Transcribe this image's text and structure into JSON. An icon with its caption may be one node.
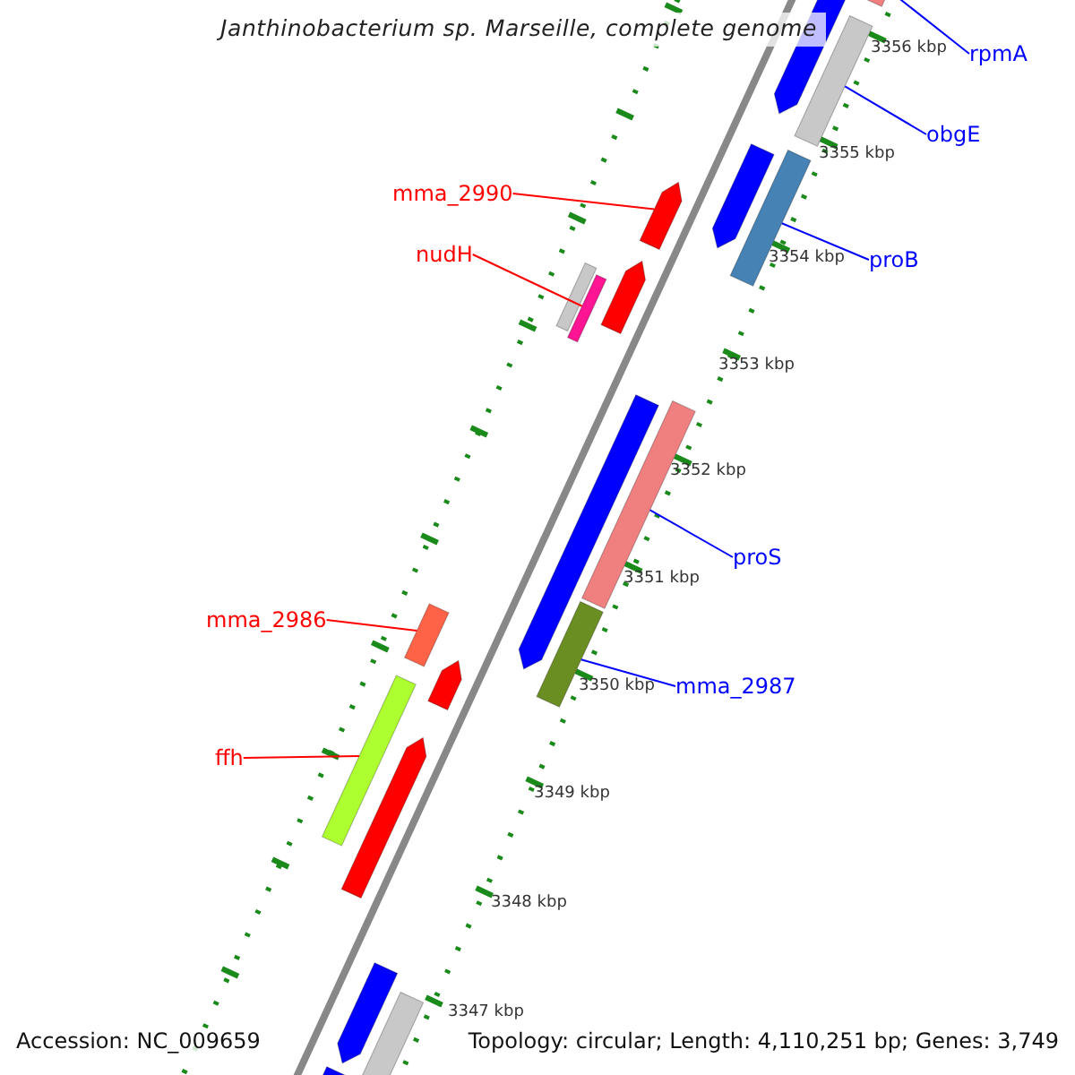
{
  "diagram": {
    "title": "Janthinobacterium sp. Marseille, complete genome",
    "nodes": [
      {
        "text": [
          "rpmA"
        ]
      },
      {
        "text": [],
        "shape": "bar"
      },
      {
        "text": [
          "obgE"
        ]
      },
      {
        "text": [],
        "shape": "bar"
      },
      {
        "text": [
          "mma_2990"
        ]
      },
      {
        "text": [],
        "shape": "bar"
      },
      {
        "text": [
          "nudH"
        ]
      },
      {
        "text": [],
        "shape": "bar"
      },
      {
        "text": [
          "proB"
        ]
      },
      {
        "text": [],
        "shape": "bar"
      },
      {
        "text": [
          "proS"
        ]
      },
      {
        "text": [],
        "shape": "bar"
      },
      {
        "text": [
          "mma_2986"
        ]
      },
      {
        "text": [],
        "shape": "bar"
      },
      {
        "text": [
          "mma_2987"
        ]
      },
      {
        "text": [],
        "shape": "bar"
      },
      {
        "text": [
          "ffh"
        ]
      },
      {
        "text": [],
        "shape": "bar"
      },
      {
        "text": [],
        "shape": "bar"
      },
      {
        "text": [],
        "shape": "bar"
      },
      {
        "text": [],
        "shape": "bar"
      },
      {
        "text": [],
        "shape": "bar"
      },
      {
        "text": [],
        "shape": "bar"
      },
      {
        "text": [],
        "shape": "bar"
      },
      {
        "text": [],
        "shape": "bar"
      },
      {
        "text": [],
        "shape": "bar"
      },
      {
        "text": [],
        "shape": "bar"
      },
      {
        "text": [],
        "shape": "bar"
      }
    ],
    "edges": [
      {
        "from": 0,
        "to": 1,
        "arrow": "none",
        "color": "#0000ff"
      },
      {
        "from": 2,
        "to": 3,
        "arrow": "none",
        "color": "#0000ff"
      },
      {
        "from": 4,
        "to": 5,
        "arrow": "none",
        "color": "#ff0000"
      },
      {
        "from": 6,
        "to": 7,
        "arrow": "none",
        "color": "#ff0000"
      },
      {
        "from": 8,
        "to": 9,
        "arrow": "none",
        "color": "#0000ff"
      },
      {
        "from": 10,
        "to": 11,
        "arrow": "none",
        "color": "#0000ff"
      },
      {
        "from": 12,
        "to": 13,
        "arrow": "none",
        "color": "#ff0000"
      },
      {
        "from": 14,
        "to": 15,
        "arrow": "none",
        "color": "#0000ff"
      },
      {
        "from": 16,
        "to": 17,
        "arrow": "none",
        "color": "#ff0000"
      }
    ],
    "labels": [
      "3356 kbp",
      "3355 kbp",
      "3354 kbp",
      "3353 kbp",
      "3352 kbp",
      "3351 kbp",
      "3350 kbp",
      "3349 kbp",
      "3348 kbp",
      "3347 kbp",
      "Accession: NC_009659",
      "Topology: circular; Length: 4,110,251 bp; Genes: 3,749"
    ]
  }
}
